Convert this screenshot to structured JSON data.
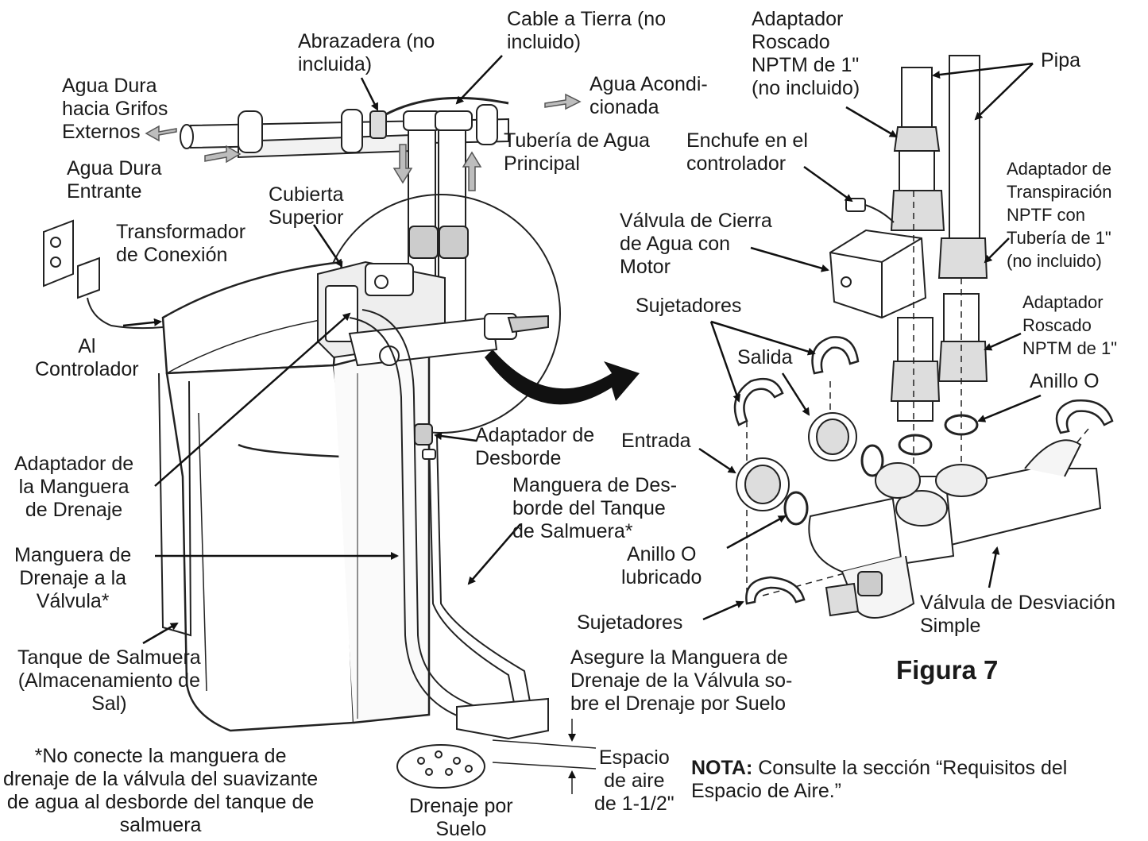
{
  "labels": {
    "cable_tierra": "Cable a Tierra (no\nincluido)",
    "abrazadera": "Abrazadera (no\nincluida)",
    "agua_dura_grifos": "Agua Dura\nhacia Grifos\nExternos",
    "agua_acondicionada": "Agua Acondi-\ncionada",
    "agua_dura_entrante": "Agua Dura\nEntrante",
    "tuberia_principal": "Tubería de Agua\nPrincipal",
    "cubierta_superior": "Cubierta\nSuperior",
    "transformador": "Transformador\nde Conexión",
    "al_controlador": "Al\nControlador",
    "adaptador_manguera_drenaje": "Adaptador de\nla Manguera\nde Drenaje",
    "manguera_drenaje_valvula": "Manguera de\nDrenaje a la\nVálvula*",
    "tanque_salmuera": "Tanque de Salmuera\n(Almacenamiento de\nSal)",
    "footnote": "*No conecte la manguera de\ndrenaje de la válvula del suavizante\nde agua al desborde del tanque de\nsalmuera",
    "adaptador_desborde": "Adaptador de\nDesborde",
    "manguera_desborde": "Manguera de Des-\nborde del Tanque\nde Salmuera*",
    "drenaje_suelo": "Drenaje por\nSuelo",
    "espacio_aire": "Espacio\nde aire\nde 1-1/2\"",
    "asegure": "Asegure la Manguera de\nDrenaje de la Válvula so-\nbre el Drenaje por Suelo",
    "adaptador_roscado_nptm_top": "Adaptador\nRoscado\nNPTM de 1\"\n(no incluido)",
    "pipa": "Pipa",
    "enchufe": "Enchufe en el\ncontrolador",
    "adaptador_transpiracion": "Adaptador de\nTranspiración\nNPTF con\nTubería de 1\"\n(no incluido)",
    "valvula_cierre": "Válvula de Cierra\nde Agua con\nMotor",
    "sujetadores_top": "Sujetadores",
    "salida": "Salida",
    "adaptador_roscado_nptm_mid": "Adaptador\nRoscado\nNPTM de 1\"",
    "anillo_o": "Anillo O",
    "entrada": "Entrada",
    "anillo_o_lubricado": "Anillo O\nlubricado",
    "sujetadores_bottom": "Sujetadores",
    "valvula_desviacion": "Válvula de Desviación\nSimple",
    "figura": "Figura 7",
    "nota_bold": "NOTA:",
    "nota_text": " Consulte la sección “Requisitos del\nEspacio de Aire.”"
  }
}
